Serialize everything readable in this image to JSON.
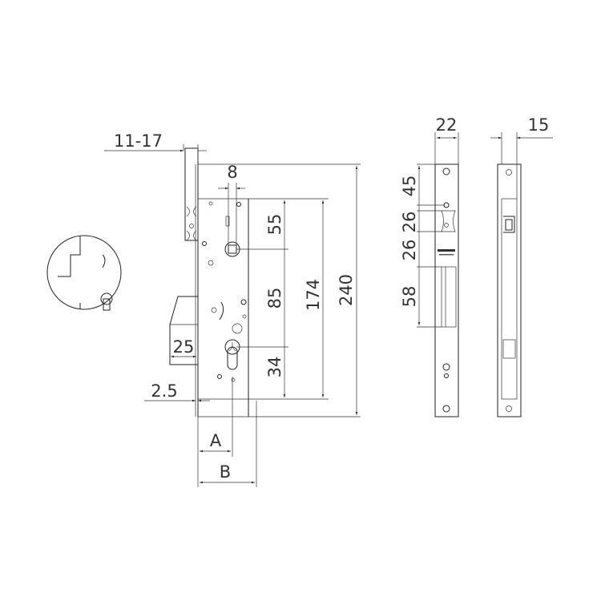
{
  "drawing": {
    "labels": {
      "backset_range": "11-17",
      "spindle_width": "8",
      "dim_55": "55",
      "dim_85": "85",
      "dim_34": "34",
      "dim_174": "174",
      "dim_240": "240",
      "latch_25": "25",
      "offset_2_5": "2.5",
      "dim_a": "A",
      "dim_b": "B",
      "face_width_22": "22",
      "side_width_15": "15",
      "face_45": "45",
      "face_26_upper": "26",
      "face_26_lower": "26",
      "face_58": "58"
    }
  }
}
